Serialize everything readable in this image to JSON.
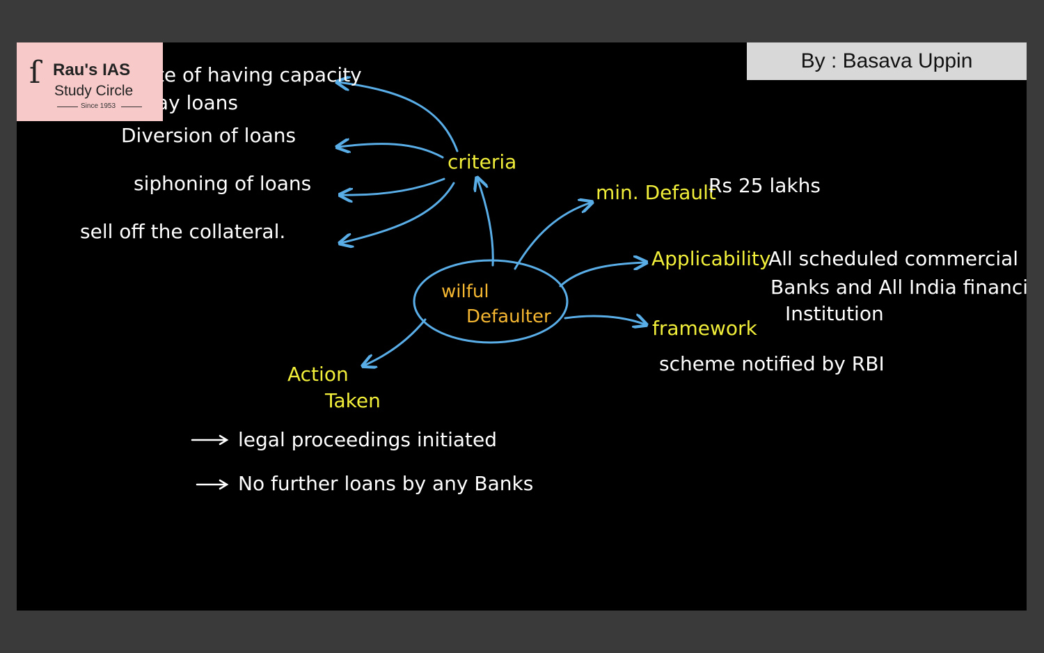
{
  "logo": {
    "line1": "Rau's IAS",
    "line2": "Study Circle",
    "line3": "Since 1953"
  },
  "author": "By : Basava Uppin",
  "center": {
    "line1": "wilful",
    "line2": "Defaulter"
  },
  "criteria": {
    "label": "criteria",
    "items": [
      {
        "line1": "Default inspite of having capacity",
        "line2": "to repay loans"
      },
      {
        "line1": "Diversion of loans"
      },
      {
        "line1": "siphoning of loans"
      },
      {
        "line1": "sell off the collateral."
      }
    ]
  },
  "min_default": {
    "label": "min. Default",
    "value": "Rs 25 lakhs"
  },
  "applicability": {
    "label": "Applicability",
    "line1": "All scheduled commercial",
    "line2": "Banks and All India financial",
    "line3": "Institution"
  },
  "framework": {
    "label": "framework",
    "detail": "scheme notified by RBI"
  },
  "action": {
    "line1": "Action",
    "line2": "Taken",
    "items": [
      "legal proceedings initiated",
      "No further loans by any Banks"
    ]
  },
  "colors": {
    "board": "#000000",
    "arrow": "#5aaee8",
    "heading": "#f2ef3a",
    "center": "#f5b731",
    "text": "#ffffff"
  }
}
